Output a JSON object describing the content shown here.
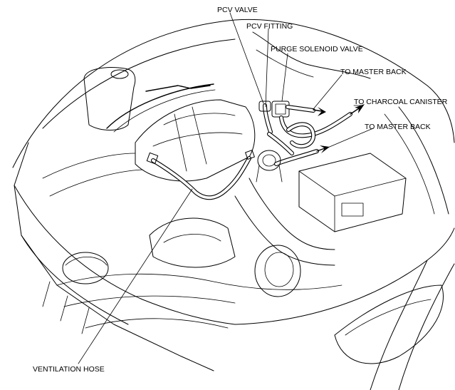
{
  "labels": {
    "pcv_valve": "PCV VALVE",
    "pcv_fitting": "PCV FITTING",
    "purge_solenoid_valve": "PURGE SOLENOID VALVE",
    "to_master_back_1": "TO MASTER BACK",
    "to_charcoal_canister": "TO CHARCOAL CANISTER",
    "to_master_back_2": "TO MASTER BACK",
    "ventilation_hose": "VENTILATION HOSE"
  }
}
